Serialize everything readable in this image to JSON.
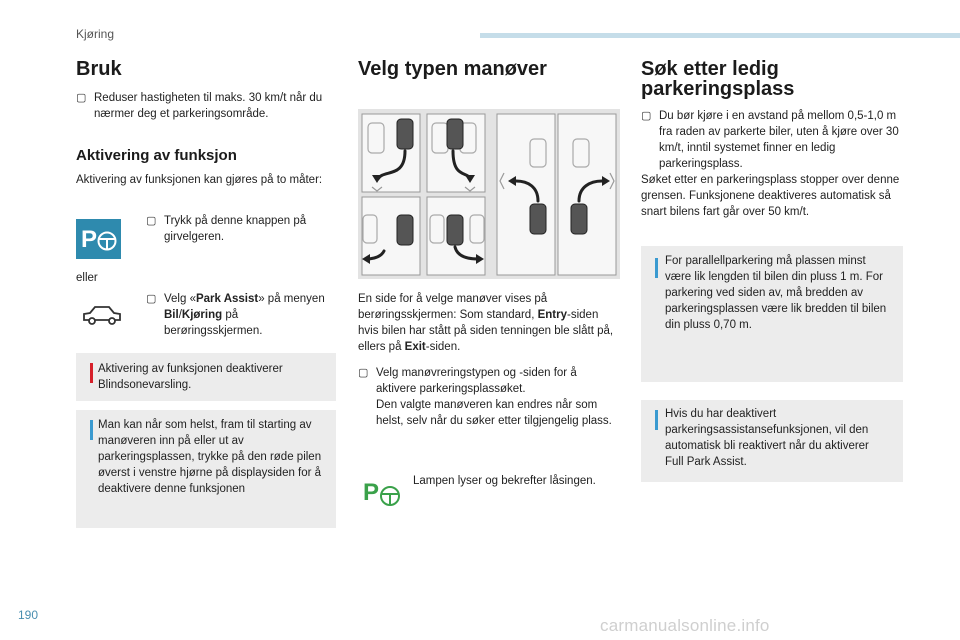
{
  "header": {
    "section": "Kjøring"
  },
  "page_number": "190",
  "footer": {
    "watermark": "carmanualsonline.info"
  },
  "col1": {
    "title": "Bruk",
    "intro": "Reduser hastigheten til maks. 30 km/t når du nærmer deg et parkeringsområde.",
    "activation_title": "Aktivering av funksjon",
    "activation_text": "Aktivering av funksjonen kan gjøres på to måter:",
    "option1": "Trykk på denne knappen på girvelgeren.",
    "or": "eller",
    "option2_prefix": "Velg «",
    "option2_bold1": "Park Assist",
    "option2_mid": "» på menyen ",
    "option2_bold2": "Bil",
    "option2_slash": "/",
    "option2_bold3": "Kjøring",
    "option2_suffix": " på berøringsskjermen.",
    "warning": "Aktivering av funksjonen deaktiverer Blindsonevarsling.",
    "info": "Man kan når som helst, fram til starting av manøveren inn på eller ut av parkeringsplassen, trykke på den røde pilen øverst i venstre hjørne på displaysiden for å deaktivere denne funksjonen"
  },
  "col2": {
    "title": "Velg typen manøver",
    "p1_a": "En side for å velge manøver vises på berøringsskjermen: Som standard, ",
    "p1_b1": "Entry",
    "p1_c": "-siden hvis bilen har stått på siden tenningen ble slått på, ellers på ",
    "p1_b2": "Exit",
    "p1_d": "-siden.",
    "bullet": "Velg manøvreringstypen og -siden for å aktivere parkeringsplassøket.",
    "bullet_cont": "Den valgte manøveren kan endres når som helst, selv når du søker etter tilgjengelig plass.",
    "lamp": "Lampen lyser og bekrefter låsingen."
  },
  "col3": {
    "title_line1": "Søk etter ledig",
    "title_line2": "parkeringsplass",
    "bullet": "Du bør kjøre i en avstand på mellom 0,5-1,0 m fra raden av parkerte biler, uten å kjøre over 30 km/t, inntil systemet finner en ledig parkeringsplass.",
    "text": "Søket etter en parkeringsplass stopper over denne grensen. Funksjonene deaktiveres automatisk så snart bilens fart går over 50 km/t.",
    "info1": "For parallellparkering må plassen minst være lik lengden til bilen din pluss 1 m. For parkering ved siden av, må bredden av parkeringsplassen være lik bredden til bilen din pluss 0,70 m.",
    "info2": "Hvis du har deaktivert parkeringsassistansefunksjonen, vil den automatisk bli reaktivert når du aktiverer Full Park Assist."
  },
  "colors": {
    "accent_blue": "#2e8aae",
    "warning_red": "#d6202a",
    "info_blue": "#3a9ad0",
    "box_gray": "#ececec",
    "lamp_green": "#3aa14a"
  }
}
